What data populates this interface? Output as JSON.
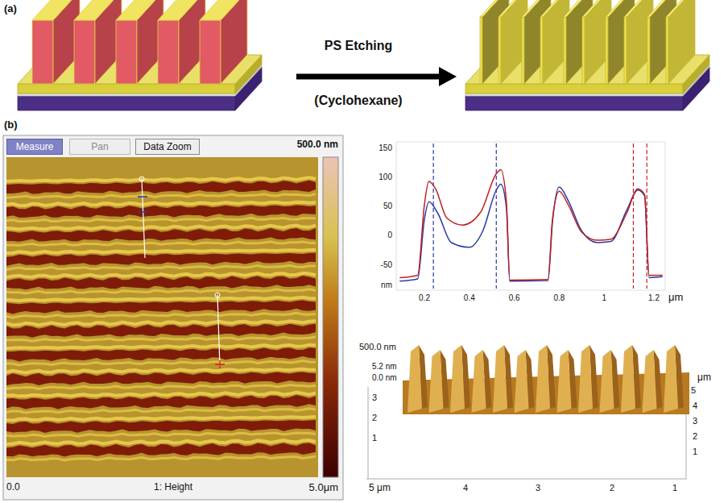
{
  "diagram": {
    "nodes": [
      {
        "text": [
          "Measure"
        ]
      },
      {
        "text": [
          "Pan"
        ]
      },
      {
        "text": [
          "Data Zoom"
        ]
      }
    ],
    "labels": [
      "(a)",
      "PS Etching",
      "(Cyclohexane)",
      "(b)",
      "500.0 nm",
      "0.0",
      "1: Height",
      "5.0μm",
      "150",
      "100",
      "50",
      "0",
      "-50",
      "nm",
      "0.2",
      "0.4",
      "0.6",
      "0.8",
      "1",
      "1.2",
      "μm",
      "500.0 nm",
      "5.2 nm",
      "0.0 nm",
      "3",
      "2",
      "1",
      "μm",
      "5",
      "4",
      "3",
      "2",
      "1",
      "5 μm",
      "4",
      "3",
      "2",
      "1"
    ]
  }
}
